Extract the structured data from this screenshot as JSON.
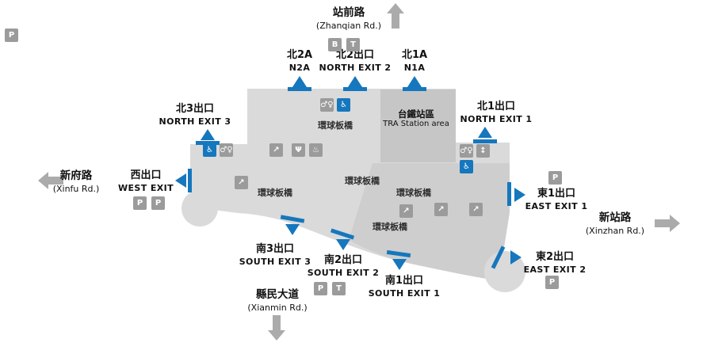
{
  "roads": {
    "north": {
      "zh": "站前路",
      "en": "(Zhanqian Rd.)"
    },
    "west": {
      "zh": "新府路",
      "en": "(Xinfu Rd.)"
    },
    "east": {
      "zh": "新站路",
      "en": "(Xinzhan Rd.)"
    },
    "south": {
      "zh": "縣民大道",
      "en": "(Xianmin Rd.)"
    }
  },
  "exits": {
    "n2a": {
      "zh": "北2A",
      "en": "N2A"
    },
    "north2": {
      "zh": "北2出口",
      "en": "NORTH EXIT 2"
    },
    "n1a": {
      "zh": "北1A",
      "en": "N1A"
    },
    "north3": {
      "zh": "北3出口",
      "en": "NORTH EXIT 3"
    },
    "north1": {
      "zh": "北1出口",
      "en": "NORTH EXIT 1"
    },
    "west": {
      "zh": "西出口",
      "en": "WEST EXIT"
    },
    "east1": {
      "zh": "東1出口",
      "en": "EAST EXIT 1"
    },
    "east2": {
      "zh": "東2出口",
      "en": "EAST EXIT 2"
    },
    "south3": {
      "zh": "南3出口",
      "en": "SOUTH EXIT 3"
    },
    "south2": {
      "zh": "南2出口",
      "en": "SOUTH EXIT 2"
    },
    "south1": {
      "zh": "南1出口",
      "en": "SOUTH EXIT 1"
    }
  },
  "areas": {
    "tra": {
      "zh": "台鐵站區",
      "en": "TRA Station area"
    },
    "mall": {
      "zh": "環球板橋"
    }
  },
  "icons": {
    "restroom": "♂♀",
    "accessible": "♿",
    "escalator": "↗",
    "elevator": "↕",
    "restaurant": "Ψ",
    "cafe": "♨",
    "parking": "P",
    "bus": "B",
    "taxi": "T"
  },
  "colors": {
    "exit_blue": "#1577bd",
    "building_light": "#dadada",
    "building_tra": "#c6c6c6",
    "building_dark": "#cecece",
    "icon_gray": "#9b9b9b",
    "road_arrow_gray": "#ababab"
  }
}
